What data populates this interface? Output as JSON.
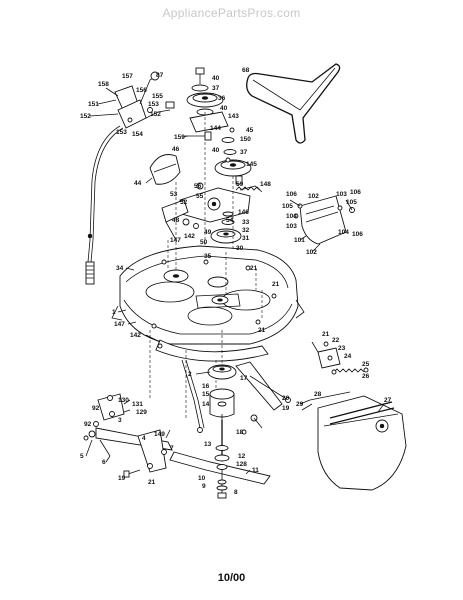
{
  "watermark": "AppliancePartsPros.com",
  "date_code": "10/00",
  "callouts": [
    {
      "id": "68",
      "text": "68"
    },
    {
      "id": "87",
      "text": "87"
    },
    {
      "id": "157",
      "text": "157"
    },
    {
      "id": "158",
      "text": "158"
    },
    {
      "id": "155",
      "text": "155"
    },
    {
      "id": "156",
      "text": "156"
    },
    {
      "id": "151",
      "text": "151"
    },
    {
      "id": "153",
      "text": "153"
    },
    {
      "id": "152a",
      "text": "152"
    },
    {
      "id": "152b",
      "text": "152"
    },
    {
      "id": "153b",
      "text": "153"
    },
    {
      "id": "154",
      "text": "154"
    },
    {
      "id": "40a",
      "text": "40"
    },
    {
      "id": "37a",
      "text": "37"
    },
    {
      "id": "36",
      "text": "36"
    },
    {
      "id": "40b",
      "text": "40"
    },
    {
      "id": "143",
      "text": "143"
    },
    {
      "id": "144",
      "text": "144"
    },
    {
      "id": "159",
      "text": "159"
    },
    {
      "id": "45",
      "text": "45"
    },
    {
      "id": "150",
      "text": "150"
    },
    {
      "id": "40c",
      "text": "40"
    },
    {
      "id": "37b",
      "text": "37"
    },
    {
      "id": "145",
      "text": "145"
    },
    {
      "id": "46",
      "text": "46"
    },
    {
      "id": "44",
      "text": "44"
    },
    {
      "id": "56",
      "text": "56"
    },
    {
      "id": "59",
      "text": "59"
    },
    {
      "id": "148",
      "text": "148"
    },
    {
      "id": "55",
      "text": "55"
    },
    {
      "id": "53",
      "text": "53"
    },
    {
      "id": "52",
      "text": "52"
    },
    {
      "id": "146",
      "text": "146"
    },
    {
      "id": "48",
      "text": "48"
    },
    {
      "id": "54",
      "text": "54"
    },
    {
      "id": "33",
      "text": "33"
    },
    {
      "id": "49",
      "text": "49"
    },
    {
      "id": "32",
      "text": "32"
    },
    {
      "id": "31",
      "text": "31"
    },
    {
      "id": "50",
      "text": "50"
    },
    {
      "id": "30",
      "text": "30"
    },
    {
      "id": "147a",
      "text": "147"
    },
    {
      "id": "142a",
      "text": "142"
    },
    {
      "id": "35",
      "text": "35"
    },
    {
      "id": "34",
      "text": "34"
    },
    {
      "id": "21a",
      "text": "21"
    },
    {
      "id": "21b",
      "text": "21"
    },
    {
      "id": "21c",
      "text": "21"
    },
    {
      "id": "1",
      "text": "1"
    },
    {
      "id": "147b",
      "text": "147"
    },
    {
      "id": "142b",
      "text": "142"
    },
    {
      "id": "106a",
      "text": "106"
    },
    {
      "id": "105a",
      "text": "105"
    },
    {
      "id": "102a",
      "text": "102"
    },
    {
      "id": "104a",
      "text": "104"
    },
    {
      "id": "103a",
      "text": "103"
    },
    {
      "id": "103b",
      "text": "103"
    },
    {
      "id": "105b",
      "text": "105"
    },
    {
      "id": "106b",
      "text": "106"
    },
    {
      "id": "104b",
      "text": "104"
    },
    {
      "id": "106c",
      "text": "106"
    },
    {
      "id": "101",
      "text": "101"
    },
    {
      "id": "102b",
      "text": "102"
    },
    {
      "id": "2",
      "text": "2"
    },
    {
      "id": "16",
      "text": "16"
    },
    {
      "id": "22",
      "text": "22"
    },
    {
      "id": "21d",
      "text": "21"
    },
    {
      "id": "23",
      "text": "23"
    },
    {
      "id": "24",
      "text": "24"
    },
    {
      "id": "25",
      "text": "25"
    },
    {
      "id": "26",
      "text": "26"
    },
    {
      "id": "17",
      "text": "17"
    },
    {
      "id": "20",
      "text": "20"
    },
    {
      "id": "19a",
      "text": "19"
    },
    {
      "id": "28",
      "text": "28"
    },
    {
      "id": "27",
      "text": "27"
    },
    {
      "id": "29",
      "text": "29"
    },
    {
      "id": "18",
      "text": "18"
    },
    {
      "id": "15",
      "text": "15"
    },
    {
      "id": "14",
      "text": "14"
    },
    {
      "id": "130",
      "text": "130"
    },
    {
      "id": "131",
      "text": "131"
    },
    {
      "id": "92a",
      "text": "92"
    },
    {
      "id": "129",
      "text": "129"
    },
    {
      "id": "92b",
      "text": "92"
    },
    {
      "id": "3",
      "text": "3"
    },
    {
      "id": "4",
      "text": "4"
    },
    {
      "id": "149",
      "text": "149"
    },
    {
      "id": "7",
      "text": "7"
    },
    {
      "id": "13",
      "text": "13"
    },
    {
      "id": "5",
      "text": "5"
    },
    {
      "id": "6",
      "text": "6"
    },
    {
      "id": "12",
      "text": "12"
    },
    {
      "id": "128",
      "text": "128"
    },
    {
      "id": "11",
      "text": "11"
    },
    {
      "id": "19b",
      "text": "19"
    },
    {
      "id": "21e",
      "text": "21"
    },
    {
      "id": "10",
      "text": "10"
    },
    {
      "id": "9",
      "text": "9"
    },
    {
      "id": "8",
      "text": "8"
    }
  ]
}
